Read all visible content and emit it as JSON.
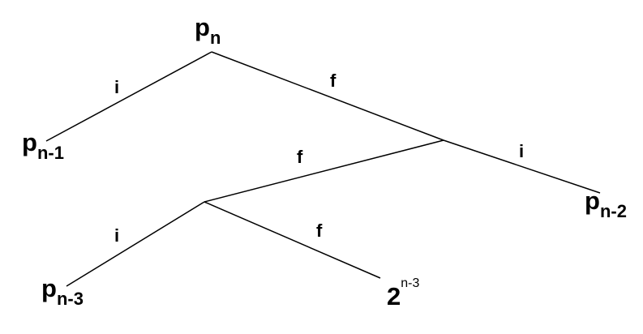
{
  "nodes": {
    "root": {
      "base": "p",
      "sub": "n"
    },
    "left1": {
      "base": "p",
      "sub": "n-1"
    },
    "right2": {
      "base": "p",
      "sub": "n-2"
    },
    "left3": {
      "base": "p",
      "sub": "n-3"
    },
    "leaf": {
      "base": "2",
      "sup": "n-3"
    }
  },
  "edges": [
    {
      "label": "i"
    },
    {
      "label": "f"
    },
    {
      "label": "f"
    },
    {
      "label": "i"
    },
    {
      "label": "i"
    },
    {
      "label": "f"
    }
  ]
}
